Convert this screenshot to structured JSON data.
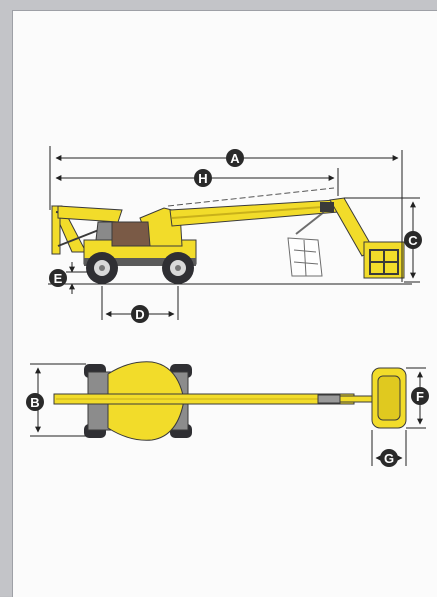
{
  "labels": {
    "A": "A",
    "H": "H",
    "C": "C",
    "E": "E",
    "D": "D",
    "B": "B",
    "F": "F",
    "G": "G"
  },
  "colors": {
    "machine_yellow": "#f2dc2a",
    "machine_dark": "#6e6e6e",
    "tire": "#2f2f33",
    "line": "#222222",
    "label_circle": "#2a2a2a"
  }
}
